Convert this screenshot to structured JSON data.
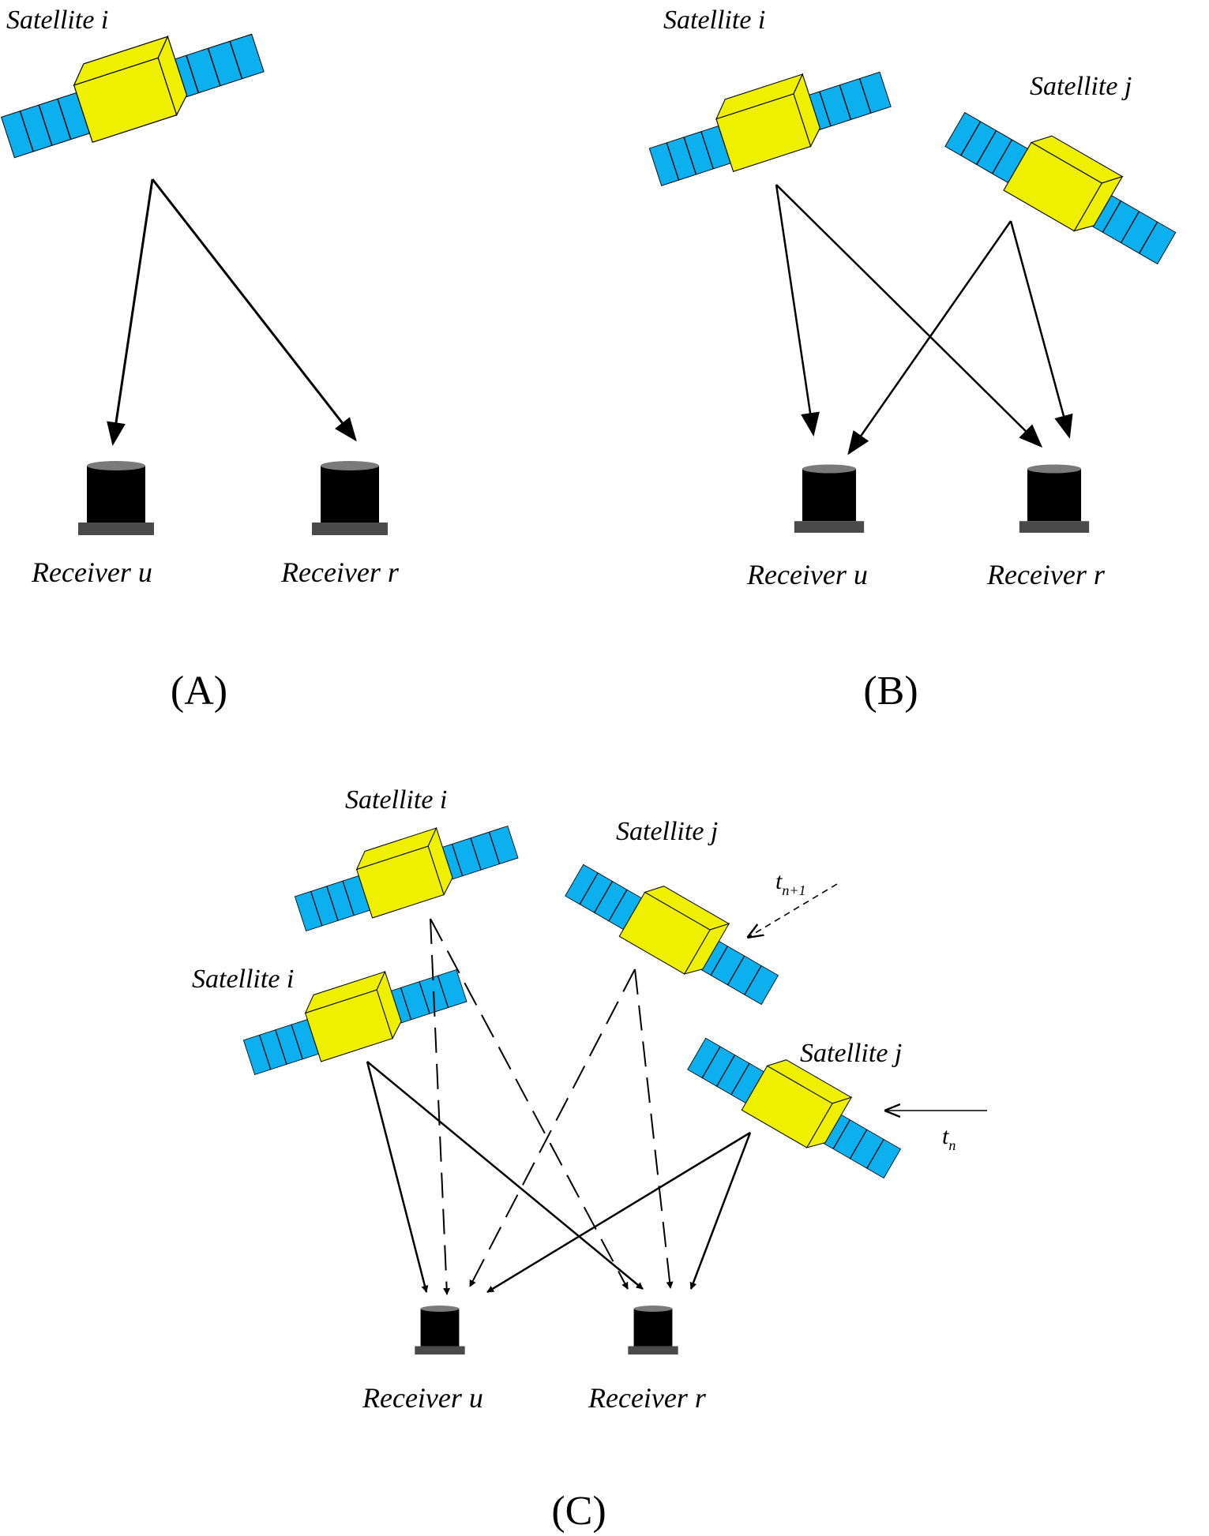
{
  "colors": {
    "body": "#eef000",
    "body_outline": "#000000",
    "panel": "#0cb0ee",
    "receiver": "#000000",
    "receiver_top": "#7a7a7a",
    "receiver_base": "#4a4a4a"
  },
  "panels": {
    "a": {
      "label": "(A)",
      "satellite_i": "Satellite i",
      "receiver_u": "Receiver u",
      "receiver_r": "Receiver r"
    },
    "b": {
      "label": "(B)",
      "satellite_i": "Satellite i",
      "satellite_j": "Satellite j",
      "receiver_u": "Receiver u",
      "receiver_r": "Receiver r"
    },
    "c": {
      "label": "(C)",
      "satellite_i_next": "Satellite i",
      "satellite_i_now": "Satellite i",
      "satellite_j_next": "Satellite j",
      "satellite_j_now": "Satellite j",
      "receiver_u": "Receiver u",
      "receiver_r": "Receiver r",
      "time_next_base": "t",
      "time_next_sub": "n+1",
      "time_now_base": "t",
      "time_now_sub": "n"
    }
  }
}
